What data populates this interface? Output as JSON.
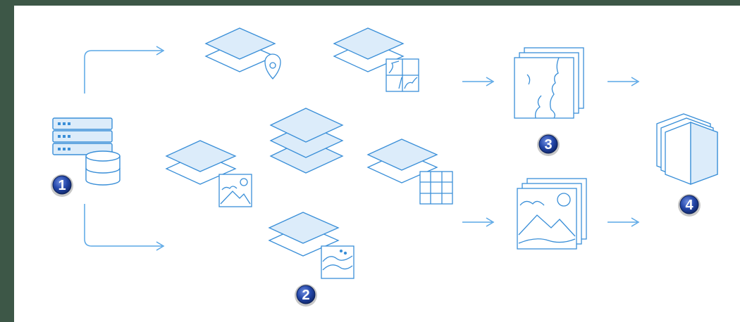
{
  "colors": {
    "background": "#3d5747",
    "panel": "#ffffff",
    "stroke": "#3a8fd8",
    "fill": "#dcecfa",
    "arrow": "#5aa7e6",
    "badge_fill": "#1f3f9a",
    "badge_number": "#ffffff"
  },
  "steps": {
    "step1": {
      "number": "1",
      "icon": "server-database-icon"
    },
    "step2": {
      "number": "2",
      "icon": "layer-stack-icon"
    },
    "step3": {
      "number": "3",
      "icon": "map-tiles-icon"
    },
    "step4": {
      "number": "4",
      "icon": "cube-stack-icon"
    }
  },
  "layers": [
    "point-layer-icon",
    "vector-tile-layer-icon",
    "image-layer-icon",
    "multi-layer-stack-icon",
    "grid-tile-layer-icon",
    "elevation-layer-icon"
  ]
}
